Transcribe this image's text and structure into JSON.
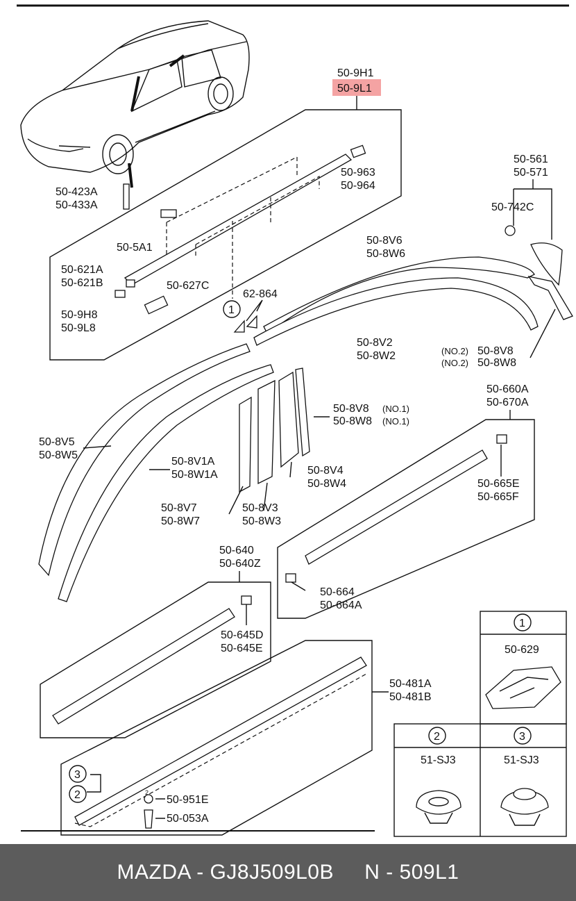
{
  "labels": {
    "p509H1": "50-9H1",
    "p509L1": "50-9L1",
    "p50963": "50-963",
    "p50964": "50-964",
    "p50423A": "50-423A",
    "p50433A": "50-433A",
    "p50561": "50-561",
    "p50571": "50-571",
    "p50742C": "50-742C",
    "p505A1": "50-5A1",
    "p50621A": "50-621A",
    "p50621B": "50-621B",
    "p50627C": "50-627C",
    "p509H8": "50-9H8",
    "p509L8": "50-9L8",
    "p62864": "62-864",
    "p508V6": "50-8V6",
    "p508W6": "50-8W6",
    "p508V2": "50-8V2",
    "p508W2": "50-8W2",
    "no2a": "(NO.2)",
    "p508V8b": "50-8V8",
    "no2b": "(NO.2)",
    "p508W8b": "50-8W8",
    "p50660A": "50-660A",
    "p50670A": "50-670A",
    "p508V8": "50-8V8",
    "no1a": "(NO.1)",
    "p508W8": "50-8W8",
    "no1b": "(NO.1)",
    "p508V5": "50-8V5",
    "p508W5": "50-8W5",
    "p508V1A": "50-8V1A",
    "p508W1A": "50-8W1A",
    "p508V4": "50-8V4",
    "p508W4": "50-8W4",
    "p50665E": "50-665E",
    "p50665F": "50-665F",
    "p508V7": "50-8V7",
    "p508W7": "50-8W7",
    "p508V3": "50-8V3",
    "p508W3": "50-8W3",
    "p50640": "50-640",
    "p50640Z": "50-640Z",
    "p50664": "50-664",
    "p50664A": "50-664A",
    "p50645D": "50-645D",
    "p50645E": "50-645E",
    "p50629": "50-629",
    "p50481A": "50-481A",
    "p50481B": "50-481B",
    "p51SJ3a": "51-SJ3",
    "p51SJ3b": "51-SJ3",
    "p50951E": "50-951E",
    "p50053A": "50-053A",
    "small2": "2"
  },
  "callouts": {
    "c1": "1",
    "c2": "2",
    "c3": "3",
    "inset1": "1",
    "inset2": "2",
    "inset3": "3"
  },
  "highlight": {
    "color": "#f4a3a3"
  },
  "footer": {
    "brand_part": "MAZDA - GJ8J509L0B",
    "ref": "N - 509L1"
  }
}
